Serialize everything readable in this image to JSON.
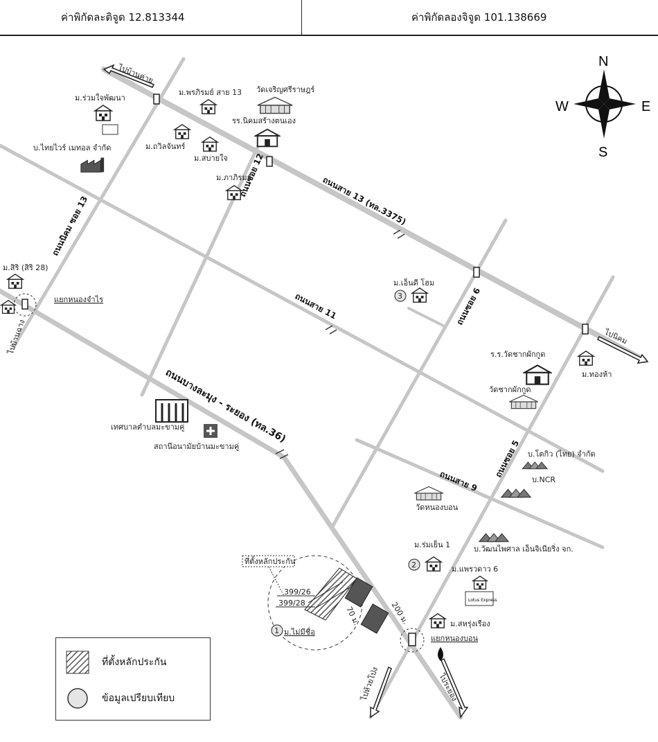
{
  "header": {
    "latitude": "ค่าพิกัดละติจูด 12.813344",
    "longitude": "ค่าพิกัดลองจิจูด 101.138669"
  },
  "compass": {
    "n": "N",
    "e": "E",
    "s": "S",
    "w": "W"
  },
  "roads": {
    "soi13": "ถนนสาย 13 (ทล.3375)",
    "soi11": "ถนนสาย 11",
    "soi9": "ถนนสาย 9",
    "main36": "ถนนบางละมุง - ระยอง (ทล.36)",
    "nikhom13": "ถนนนิคม ซอย 13",
    "soi12": "ถนนซอย 12",
    "soi6": "ถนนซอย 6",
    "soi5": "ถนนซอย 5"
  },
  "places": {
    "to_bankhai": "ไปบ้านค่าย",
    "to_rayong": "ไประยอง",
    "to_ban_chang": "ไปบ้านฉาง",
    "to_huai_pong": "ไปห้วยโป่ง",
    "to_nikhom": "ไปนิคม",
    "mu_ruamjai": "ม.ร่วมใจพัฒนา",
    "b_thaiwire": "บ.ไทยไวร์ เมทอล จำกัด",
    "mu_pornrom": "ม.พรภิรมย์ สาย 13",
    "wat_charoen": "วัดเจริญศรีราษฎร์",
    "school_nikhom": "รร.นิคมสร้างตนเอง",
    "mu_thawi": "ม.ถวิลจันทร์",
    "mu_sabai": "ม.สบายใจ",
    "mu_phapirom": "ม.ภาภิรมย์",
    "mu_siri": "ม.สิริ (สิริ 28)",
    "junction_nongchamrai": "แยกหนองจำไร",
    "mu_ncdhome": "ม.เอ็นดี โฮม",
    "school_wat": "ร.ร.วัดชากผักกูด",
    "wat_chak": "วัดชากผักกูด",
    "mu_thonghom": "ม.ทองห้า",
    "hospital_office": "เทศบาลตำบลมะขามคู่",
    "health": "สถานีอนามัยบ้านมะขามคู่",
    "b_tecco": "บ.โตกิว (ไทย) จำกัด",
    "b_ncr": "บ.NCR",
    "wat_nongbon": "วัดหนองบอน",
    "b_wattana": "บ.วัฒนไพศาล เอ็นจิเนียริ่ง จก.",
    "mu_romyen": "ม.ร่มเย็น 1",
    "mu_phraeworn": "ม.แพรวดาว 6",
    "mu_saharung": "ม.สหรุ่งเรือง",
    "junction_nongbon": "แยกหนองบอน",
    "mu_maimichue": "ม.ไม่มีชื่อ",
    "subject_label": "ที่ตั้งหลักประกัน",
    "plot1": "399/26",
    "plot2": "399/28",
    "dist_200": "200 ม.",
    "dist_70": "70 ม.",
    "num1": "1",
    "num2": "2",
    "num3": "3",
    "lotus": "Lotus Express"
  },
  "legend": {
    "subject": "ที่ตั้งหลักประกัน",
    "comparable": "ข้อมูลเปรียบเทียบ"
  },
  "colors": {
    "road": "#c6c6c6",
    "text": "#222222",
    "hatch": "#555555"
  }
}
